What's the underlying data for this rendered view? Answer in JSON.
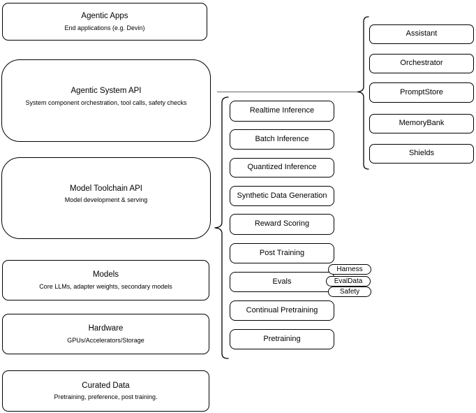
{
  "left_boxes": [
    {
      "title": "Agentic Apps",
      "subtitle": "End applications (e.g. Devin)"
    },
    {
      "title": "Agentic System API",
      "subtitle": "System component orchestration, tool calls, safety checks"
    },
    {
      "title": "Model Toolchain API",
      "subtitle": "Model development & serving"
    },
    {
      "title": "Models",
      "subtitle": "Core LLMs, adapter weights, secondary models"
    },
    {
      "title": "Hardware",
      "subtitle": "GPUs/Accelerators/Storage"
    },
    {
      "title": "Curated Data",
      "subtitle": "Pretraining, preference, post training."
    }
  ],
  "toolchain_boxes": [
    {
      "label": "Realtime Inference"
    },
    {
      "label": "Batch Inference"
    },
    {
      "label": "Quantized Inference"
    },
    {
      "label": "Synthetic Data Generation"
    },
    {
      "label": "Reward Scoring"
    },
    {
      "label": "Post Training"
    },
    {
      "label": "Evals"
    },
    {
      "label": "Continual Pretraining"
    },
    {
      "label": "Pretraining"
    }
  ],
  "eval_tags": [
    {
      "label": "Harness"
    },
    {
      "label": "EvalData"
    },
    {
      "label": "Safety"
    }
  ],
  "agentic_components": [
    {
      "label": "Assistant"
    },
    {
      "label": "Orchestrator"
    },
    {
      "label": "PromptStore"
    },
    {
      "label": "MemoryBank"
    },
    {
      "label": "Shields"
    }
  ],
  "colors": {
    "stroke": "#000000",
    "background": "#ffffff",
    "connector": "#808080"
  }
}
